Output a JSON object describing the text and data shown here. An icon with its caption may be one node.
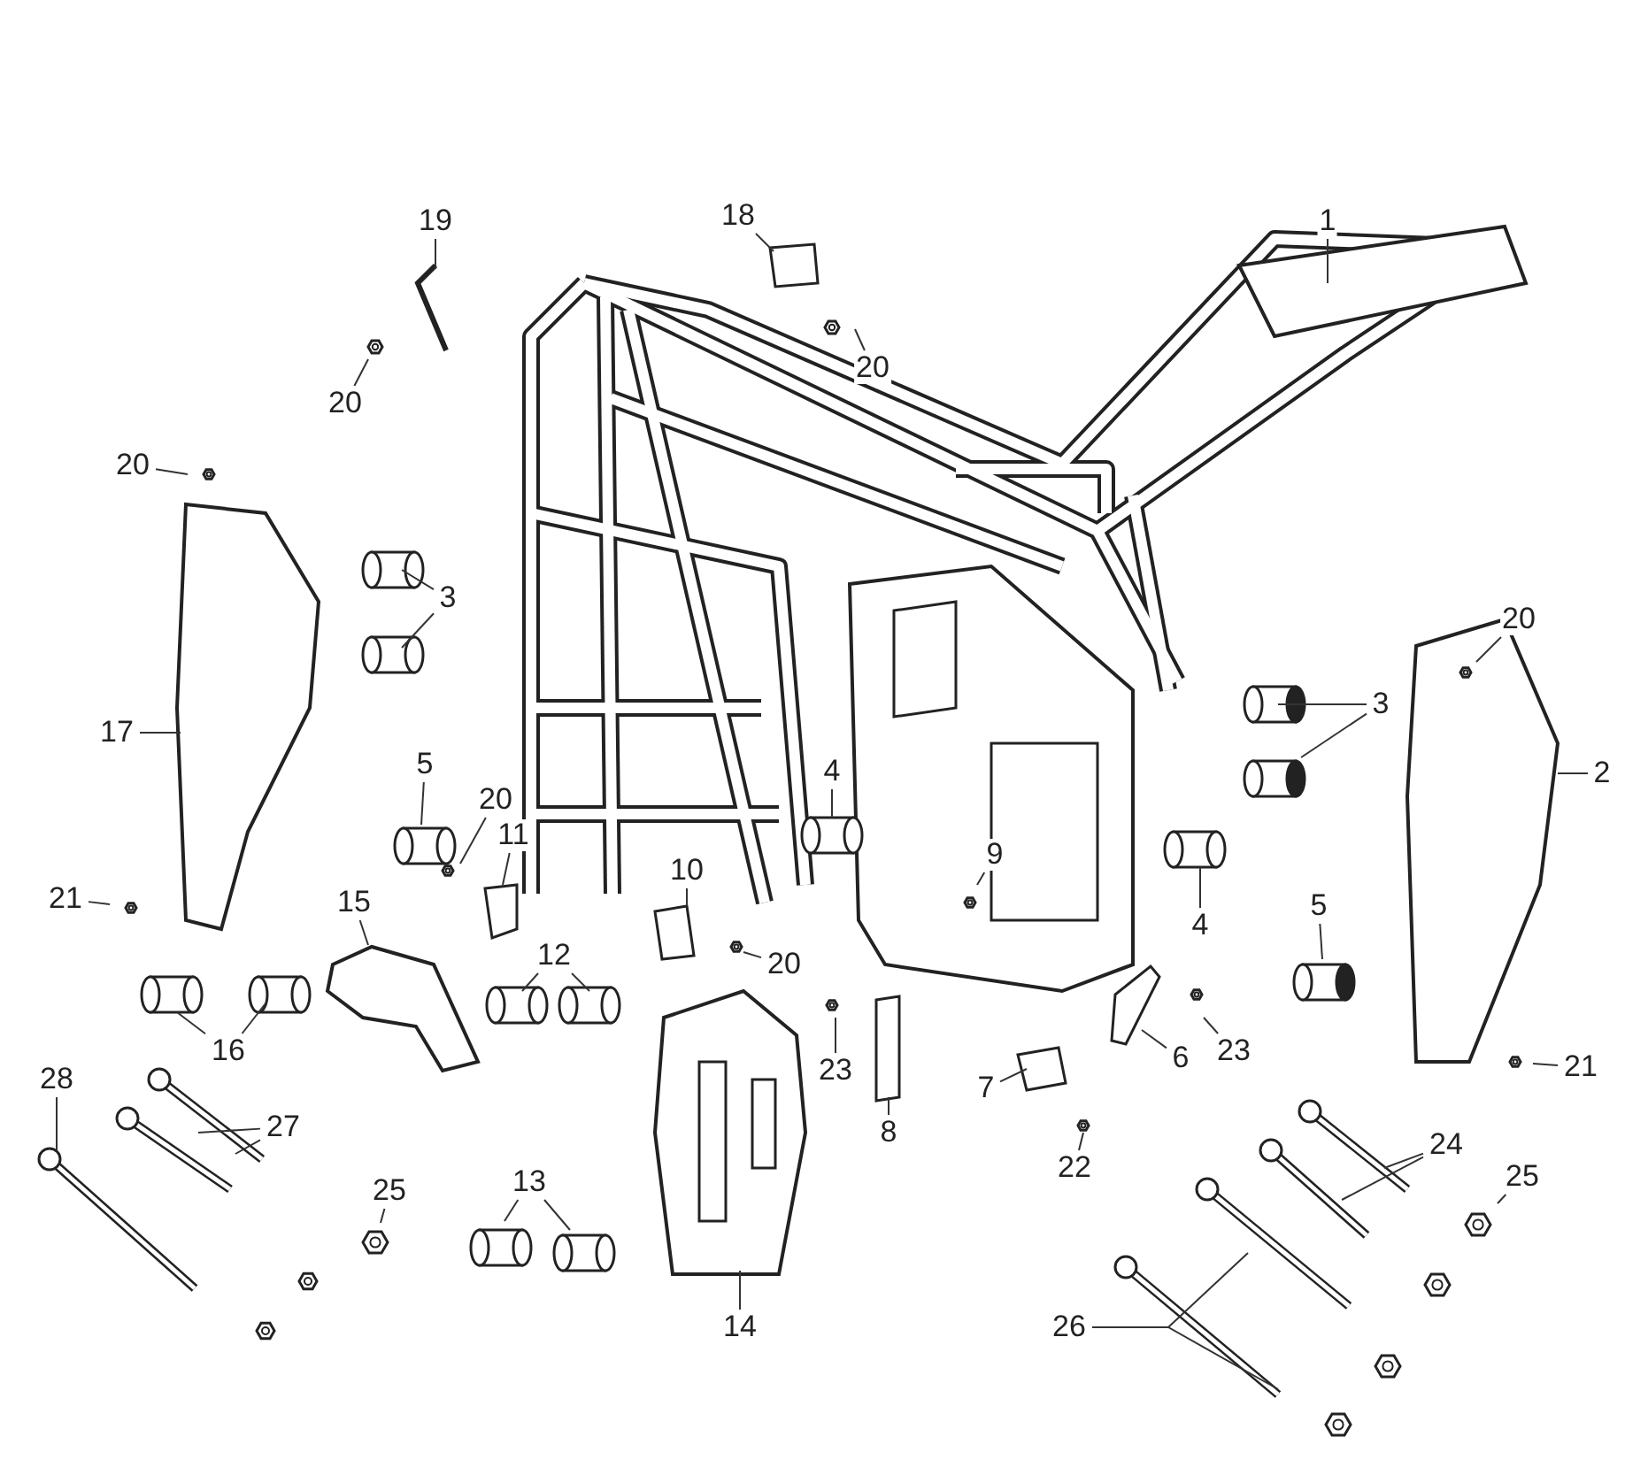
{
  "diagram": {
    "nodes": [
      {
        "text": [
          "1"
        ]
      },
      {
        "text": [
          "18"
        ]
      },
      {
        "text": [
          "19"
        ]
      },
      {
        "text": [
          "20"
        ]
      },
      {
        "text": [
          "20"
        ]
      },
      {
        "text": [
          "20"
        ]
      },
      {
        "text": [
          "3"
        ]
      },
      {
        "text": [
          "20"
        ]
      },
      {
        "text": [
          "3"
        ]
      },
      {
        "text": [
          "17"
        ]
      },
      {
        "text": [
          "2"
        ]
      },
      {
        "text": [
          "5"
        ]
      },
      {
        "text": [
          "4"
        ]
      },
      {
        "text": [
          "20"
        ]
      },
      {
        "text": [
          "11"
        ]
      },
      {
        "text": [
          "9"
        ]
      },
      {
        "text": [
          "10"
        ]
      },
      {
        "text": [
          "21"
        ]
      },
      {
        "text": [
          "15"
        ]
      },
      {
        "text": [
          "5"
        ]
      },
      {
        "text": [
          "4"
        ]
      },
      {
        "text": [
          "12"
        ]
      },
      {
        "text": [
          "20"
        ]
      },
      {
        "text": [
          "16"
        ]
      },
      {
        "text": [
          "23"
        ]
      },
      {
        "text": [
          "6"
        ]
      },
      {
        "text": [
          "21"
        ]
      },
      {
        "text": [
          "23"
        ]
      },
      {
        "text": [
          "28"
        ]
      },
      {
        "text": [
          "7"
        ]
      },
      {
        "text": [
          "27"
        ]
      },
      {
        "text": [
          "8"
        ]
      },
      {
        "text": [
          "24"
        ]
      },
      {
        "text": [
          "22"
        ]
      },
      {
        "text": [
          "25"
        ]
      },
      {
        "text": [
          "13"
        ]
      },
      {
        "text": [
          "25"
        ]
      },
      {
        "text": [
          "14"
        ]
      },
      {
        "text": [
          "26"
        ]
      }
    ],
    "edges": [
      {
        "from": 0,
        "to": null,
        "arrow": "none"
      },
      {
        "from": 1,
        "to": null,
        "arrow": "none"
      },
      {
        "from": 2,
        "to": null,
        "arrow": "none"
      },
      {
        "from": 3,
        "to": null,
        "arrow": "none"
      },
      {
        "from": 4,
        "to": null,
        "arrow": "none"
      },
      {
        "from": 5,
        "to": null,
        "arrow": "none"
      },
      {
        "from": 6,
        "to": null,
        "arrow": "none"
      },
      {
        "from": 6,
        "to": null,
        "arrow": "none"
      },
      {
        "from": 7,
        "to": null,
        "arrow": "none"
      },
      {
        "from": 8,
        "to": null,
        "arrow": "none"
      },
      {
        "from": 8,
        "to": null,
        "arrow": "none"
      },
      {
        "from": 9,
        "to": null,
        "arrow": "none"
      },
      {
        "from": 10,
        "to": null,
        "arrow": "none"
      },
      {
        "from": 11,
        "to": null,
        "arrow": "none"
      },
      {
        "from": 12,
        "to": null,
        "arrow": "none"
      },
      {
        "from": 13,
        "to": null,
        "arrow": "none"
      },
      {
        "from": 14,
        "to": null,
        "arrow": "none"
      },
      {
        "from": 15,
        "to": null,
        "arrow": "none"
      },
      {
        "from": 16,
        "to": null,
        "arrow": "none"
      },
      {
        "from": 17,
        "to": null,
        "arrow": "none"
      },
      {
        "from": 18,
        "to": null,
        "arrow": "none"
      },
      {
        "from": 19,
        "to": null,
        "arrow": "none"
      },
      {
        "from": 20,
        "to": null,
        "arrow": "none"
      },
      {
        "from": 21,
        "to": null,
        "arrow": "none"
      },
      {
        "from": 21,
        "to": null,
        "arrow": "none"
      },
      {
        "from": 22,
        "to": null,
        "arrow": "none"
      },
      {
        "from": 23,
        "to": null,
        "arrow": "none"
      },
      {
        "from": 23,
        "to": null,
        "arrow": "none"
      },
      {
        "from": 24,
        "to": null,
        "arrow": "none"
      },
      {
        "from": 25,
        "to": null,
        "arrow": "none"
      },
      {
        "from": 26,
        "to": null,
        "arrow": "none"
      },
      {
        "from": 27,
        "to": null,
        "arrow": "none"
      },
      {
        "from": 28,
        "to": null,
        "arrow": "none"
      },
      {
        "from": 29,
        "to": null,
        "arrow": "none"
      },
      {
        "from": 30,
        "to": null,
        "arrow": "none"
      },
      {
        "from": 30,
        "to": null,
        "arrow": "none"
      },
      {
        "from": 31,
        "to": null,
        "arrow": "none"
      },
      {
        "from": 32,
        "to": null,
        "arrow": "none"
      },
      {
        "from": 32,
        "to": null,
        "arrow": "none"
      },
      {
        "from": 33,
        "to": null,
        "arrow": "none"
      },
      {
        "from": 34,
        "to": null,
        "arrow": "none"
      },
      {
        "from": 35,
        "to": null,
        "arrow": "none"
      },
      {
        "from": 35,
        "to": null,
        "arrow": "none"
      },
      {
        "from": 36,
        "to": null,
        "arrow": "none"
      },
      {
        "from": 37,
        "to": null,
        "arrow": "none"
      },
      {
        "from": 38,
        "to": null,
        "arrow": "none"
      },
      {
        "from": 38,
        "to": null,
        "arrow": "none"
      }
    ]
  }
}
